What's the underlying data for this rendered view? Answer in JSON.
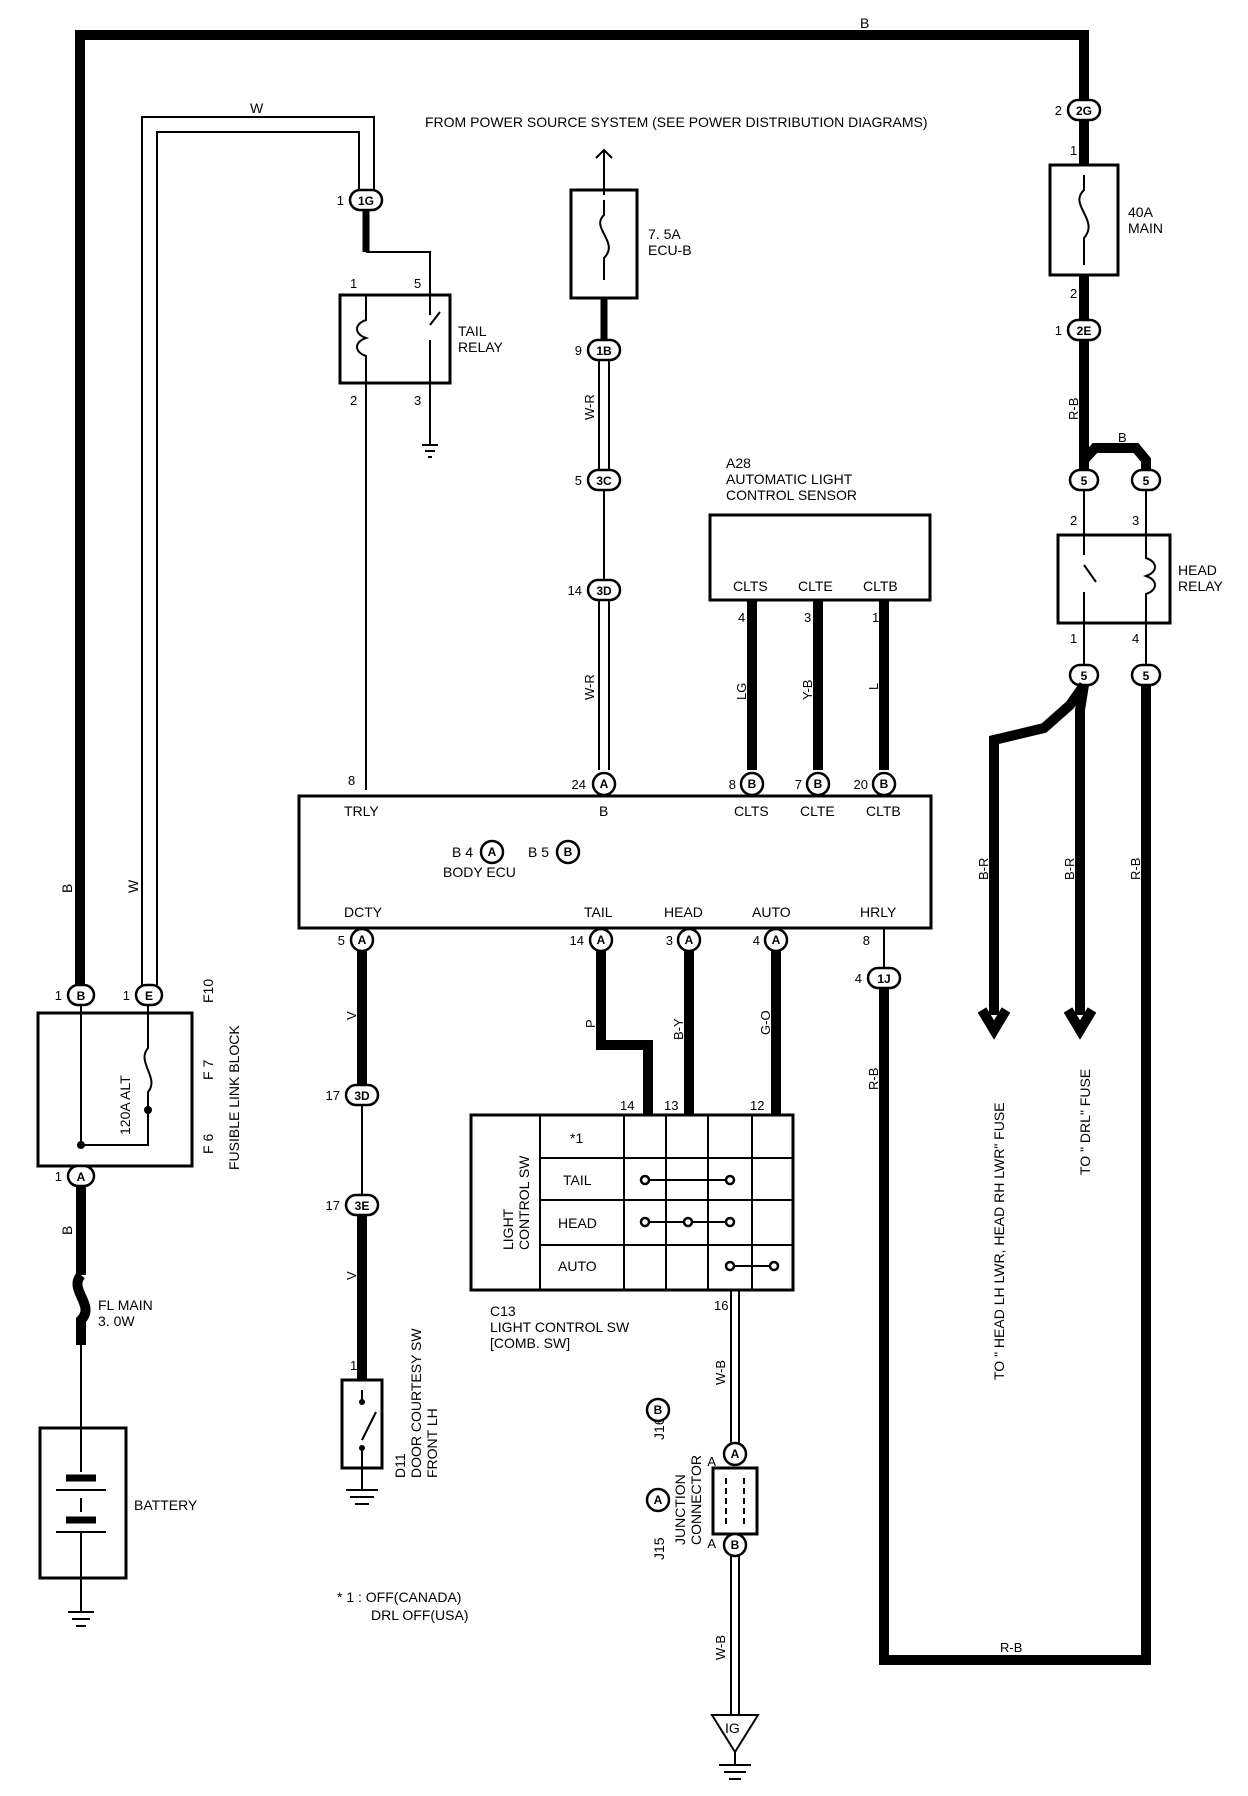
{
  "power_source": "FROM POWER SOURCE SYSTEM (SEE POWER DISTRIBUTION DIAGRAMS)",
  "wires": {
    "b": "B",
    "w": "W",
    "wr": "W-R",
    "rb": "R-B",
    "br": "B-R",
    "lg": "LG",
    "yb": "Y-B",
    "l": "L",
    "v": "V",
    "p": "P",
    "by": "B-Y",
    "go": "G-O",
    "wb": "W-B"
  },
  "fuses": {
    "ecub": [
      "7. 5A",
      "ECU-B"
    ],
    "main": [
      "40A",
      "MAIN"
    ],
    "alt": "120A ALT",
    "fl_main": [
      "FL MAIN",
      "3. 0W"
    ]
  },
  "relays": {
    "tail": [
      "TAIL",
      "RELAY"
    ],
    "head": [
      "HEAD",
      "RELAY"
    ]
  },
  "sensor": {
    "code": "A28",
    "name": [
      "AUTOMATIC LIGHT",
      "CONTROL SENSOR"
    ],
    "terminals": [
      "CLTS",
      "CLTE",
      "CLTB"
    ]
  },
  "ecu": {
    "name": "BODY ECU",
    "codes": [
      "B 4",
      "B 5"
    ],
    "top_terminals": [
      "TRLY",
      "B",
      "CLTS",
      "CLTE",
      "CLTB"
    ],
    "bottom_terminals": [
      "DCTY",
      "TAIL",
      "HEAD",
      "AUTO",
      "HRLY"
    ]
  },
  "fusible_link": {
    "name": "FUSIBLE LINK BLOCK",
    "codes": [
      "F 6",
      "F 7",
      "F10"
    ]
  },
  "battery": "BATTERY",
  "door_sw": {
    "code": "D11",
    "name": [
      "DOOR COURTESY SW",
      "FRONT LH"
    ]
  },
  "light_sw": {
    "code": "C13",
    "name": [
      "LIGHT CONTROL SW",
      "[COMB. SW]"
    ],
    "side_label": [
      "LIGHT",
      "CONTROL SW"
    ],
    "rows": [
      "*1",
      "TAIL",
      "HEAD",
      "AUTO"
    ]
  },
  "junction": {
    "name": [
      "JUNCTION",
      "CONNECTOR"
    ],
    "codes": [
      "J15",
      "J16"
    ]
  },
  "ground_ig": "IG",
  "footnote": [
    "* 1 : OFF(CANADA)",
    "DRL OFF(USA)"
  ],
  "to_labels": {
    "head": "TO \" HEAD LH LWR, HEAD RH LWR\" FUSE",
    "drl": "TO \" DRL\" FUSE"
  },
  "connectors": {
    "c1g": "1G",
    "c1b": "1B",
    "c3c": "3C",
    "c3d": "3D",
    "c2g": "2G",
    "c2e": "2E",
    "c5": "5",
    "c3d2": "3D",
    "c3e": "3E",
    "c1j": "1J",
    "cA": "A",
    "cB": "B",
    "cE": "E"
  },
  "pins": {
    "one": "1",
    "two": "2",
    "three": "3",
    "four": "4",
    "five": "5",
    "seven": "7",
    "eight": "8",
    "nine": "9",
    "twelve": "12",
    "thirteen": "13",
    "fourteen": "14",
    "sixteen": "16",
    "seventeen": "17",
    "twenty": "20",
    "twentyfour": "24"
  }
}
